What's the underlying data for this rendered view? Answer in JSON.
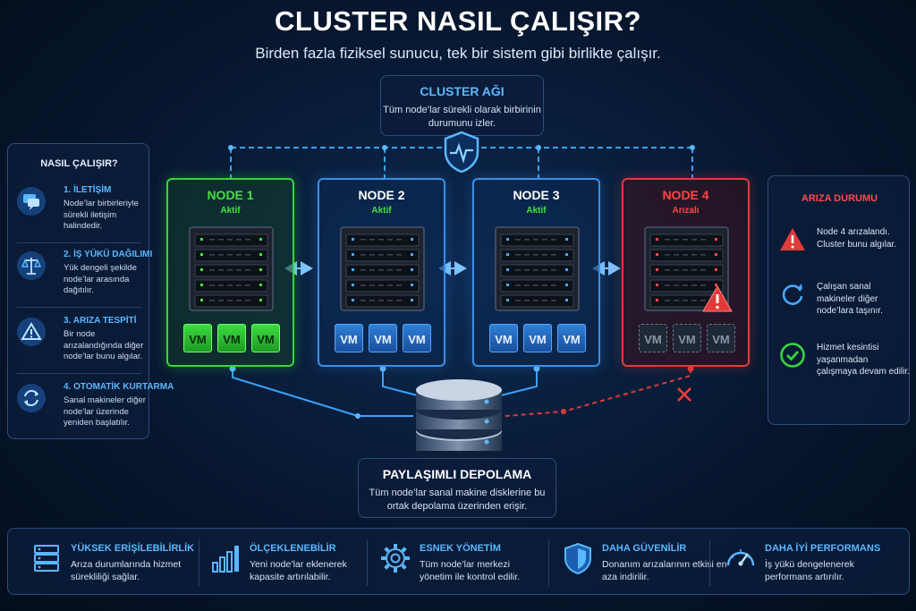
{
  "header": {
    "title": "CLUSTER NASIL ÇALIŞIR?",
    "subtitle": "Birden fazla fiziksel sunucu, tek bir sistem gibi birlikte çalışır."
  },
  "network": {
    "title": "CLUSTER AĞI",
    "text": "Tüm node’lar sürekli olarak birbirinin durumunu izler.",
    "icon": "shield-heartbeat-icon"
  },
  "how_it_works": {
    "title": "NASIL ÇALIŞIR?",
    "steps": [
      {
        "title": "1. İLETİŞİM",
        "text": "Node’lar birbirleriyle sürekli iletişim halindedir.",
        "icon": "chat-icon"
      },
      {
        "title": "2. İŞ YÜKÜ DAĞILIMI",
        "text": "Yük dengeli şekilde node’lar arasında dağıtılır.",
        "icon": "scale-icon"
      },
      {
        "title": "3. ARIZA TESPİTİ",
        "text": "Bir node arızalandığında diğer node’lar bunu algılar.",
        "icon": "warning-icon"
      },
      {
        "title": "4. OTOMATİK KURTARMA",
        "text": "Sanal makineler diğer node’lar üzerinde yeniden başlatılır.",
        "icon": "recovery-icon"
      }
    ]
  },
  "nodes": [
    {
      "name": "NODE 1",
      "status": "Aktif",
      "state": "active",
      "vms": [
        "VM",
        "VM",
        "VM"
      ]
    },
    {
      "name": "NODE 2",
      "status": "Aktif",
      "state": "ok",
      "vms": [
        "VM",
        "VM",
        "VM"
      ]
    },
    {
      "name": "NODE 3",
      "status": "Aktif",
      "state": "ok",
      "vms": [
        "VM",
        "VM",
        "VM"
      ]
    },
    {
      "name": "NODE 4",
      "status": "Arızalı",
      "state": "failed",
      "vms": [
        "VM",
        "VM",
        "VM"
      ]
    }
  ],
  "failure": {
    "title": "ARIZA DURUMU",
    "items": [
      {
        "text": "Node 4 arızalandı. Cluster bunu algılar.",
        "icon": "warning-icon"
      },
      {
        "text": "Çalışan sanal makineler diğer node’lara taşınır.",
        "icon": "refresh-icon"
      },
      {
        "text": "Hizmet kesintisi yaşanmadan çalışmaya devam edilir.",
        "icon": "check-icon"
      }
    ]
  },
  "storage": {
    "title": "PAYLAŞIMLI DEPOLAMA",
    "text": "Tüm node’lar sanal makine disklerine bu ortak depolama üzerinden erişir."
  },
  "features": [
    {
      "title": "YÜKSEK ERİŞİLEBİLİRLİK",
      "text": "Arıza durumlarında hizmet sürekliliği sağlar.",
      "icon": "server-rack-icon"
    },
    {
      "title": "ÖLÇEKLENEBİLİR",
      "text": "Yeni node’lar eklenerek kapasite artırılabilir.",
      "icon": "bar-chart-icon"
    },
    {
      "title": "ESNEK YÖNETİM",
      "text": "Tüm node’lar merkezi yönetim ile kontrol edilir.",
      "icon": "gear-icon"
    },
    {
      "title": "DAHA GÜVENİLİR",
      "text": "Donanım arızalarının etkisi en aza indirilir.",
      "icon": "shield-check-icon"
    },
    {
      "title": "DAHA İYİ PERFORMANS",
      "text": "İş yükü dengelenerek performans artırılır.",
      "icon": "gauge-icon"
    }
  ],
  "colors": {
    "accent": "#5ab8ff",
    "active": "#38d53a",
    "failed": "#e23a3a",
    "background": "#07172f"
  }
}
